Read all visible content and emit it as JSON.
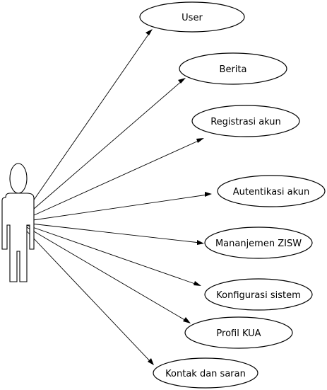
{
  "diagram": {
    "use_cases": [
      {
        "id": "user",
        "label": "User"
      },
      {
        "id": "berita",
        "label": "Berita"
      },
      {
        "id": "registrasi-akun",
        "label": "Registrasi akun"
      },
      {
        "id": "autentikasi-akun",
        "label": "Autentikasi akun"
      },
      {
        "id": "manajemen-zisw",
        "label": "Mananjemen ZISW"
      },
      {
        "id": "konfigurasi-sistem",
        "label": "Konfigurasi sistem"
      },
      {
        "id": "profil-kua",
        "label": "Profil KUA"
      },
      {
        "id": "kontak-dan-saran",
        "label": "Kontak dan saran"
      }
    ],
    "colors": {
      "stroke": "#000000",
      "background": "#ffffff"
    }
  }
}
